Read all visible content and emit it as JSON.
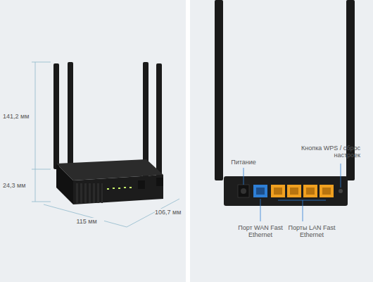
{
  "diagram": {
    "labels": [
      "141,2 мм",
      "24,3 мм",
      "115 мм",
      "106,7 мм",
      "Питание",
      "Кнопка WPS / сброс настроек",
      "Порт WAN Fast Ethernet",
      "Порты LAN Fast Ethernet"
    ]
  }
}
